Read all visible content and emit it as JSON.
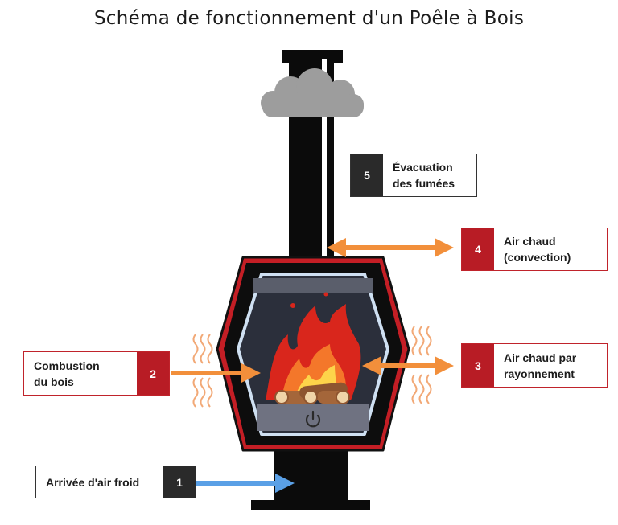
{
  "title": "Schéma de fonctionnement d'un Poêle à Bois",
  "callouts": {
    "c1": {
      "number": "1",
      "label": "Arrivée d'air froid"
    },
    "c2": {
      "number": "2",
      "label": "Combustion\ndu bois"
    },
    "c3": {
      "number": "3",
      "label": "Air chaud par\nrayonnement"
    },
    "c4": {
      "number": "4",
      "label": "Air chaud\n(convection)"
    },
    "c5": {
      "number": "5",
      "label": "Évacuation\ndes fumées"
    }
  },
  "colors": {
    "stove_body": "#c41e25",
    "chimney": "#0b0b0b",
    "arrow_hot": "#f28f3b",
    "arrow_cold": "#5aa0e6",
    "flame_outer": "#d9261c",
    "flame_inner": "#fdd44a",
    "smoke": "#9d9d9d"
  },
  "icons": [
    "smoke-cloud-icon",
    "flame-icon",
    "log-icon",
    "power-icon",
    "heat-wave-icon"
  ]
}
